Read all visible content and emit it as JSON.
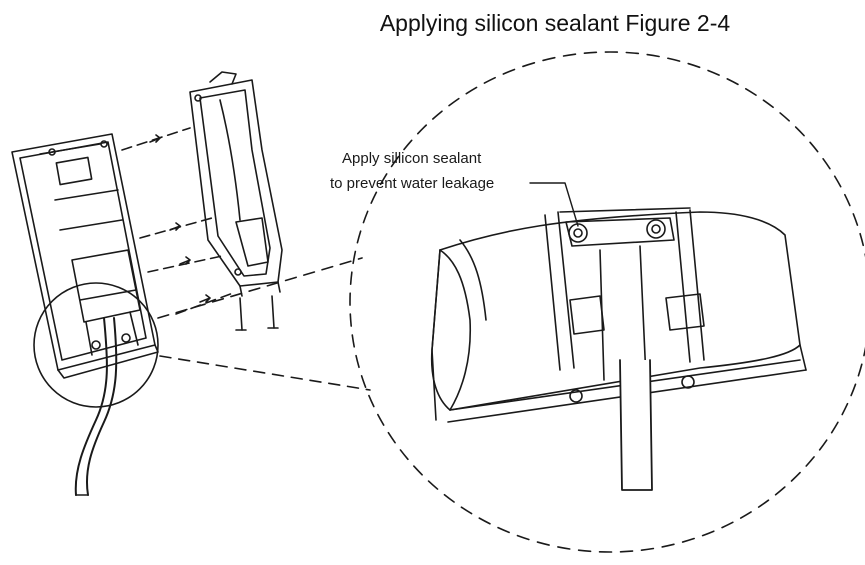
{
  "figure": {
    "caption": "Applying silicon sealant Figure 2-4",
    "callout_line1": "Apply sillicon sealant",
    "callout_line2": "to prevent water leakage"
  },
  "colors": {
    "line": "#1a1a1a",
    "background": "#ffffff"
  }
}
